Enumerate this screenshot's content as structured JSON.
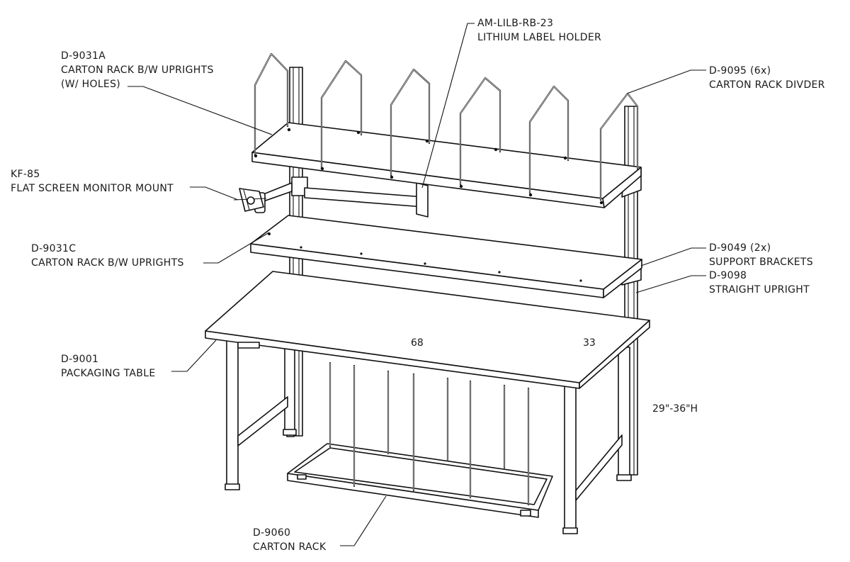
{
  "callouts": {
    "top_shelf": {
      "code": "D-9031A",
      "name": "CARTON RACK B/W UPRIGHTS",
      "note": "(W/ HOLES)"
    },
    "label_holder": {
      "code": "AM-LILB-RB-23",
      "name": "LITHIUM LABEL HOLDER"
    },
    "divider": {
      "code": "D-9095 (6x)",
      "name": "CARTON RACK DIVDER"
    },
    "monitor_mount": {
      "code": "KF-85",
      "name": "FLAT SCREEN MONITOR MOUNT"
    },
    "lower_shelf": {
      "code": "D-9031C",
      "name": "CARTON RACK B/W UPRIGHTS"
    },
    "brackets": {
      "code": "D-9049 (2x)",
      "name": "SUPPORT BRACKETS"
    },
    "upright": {
      "code": "D-9098",
      "name": "STRAIGHT UPRIGHT"
    },
    "table": {
      "code": "D-9001",
      "name": "PACKAGING TABLE"
    },
    "carton_rack": {
      "code": "D-9060",
      "name": "CARTON RACK"
    }
  },
  "dimensions": {
    "length": "68",
    "depth": "33",
    "height": "29\"-36\"H"
  }
}
